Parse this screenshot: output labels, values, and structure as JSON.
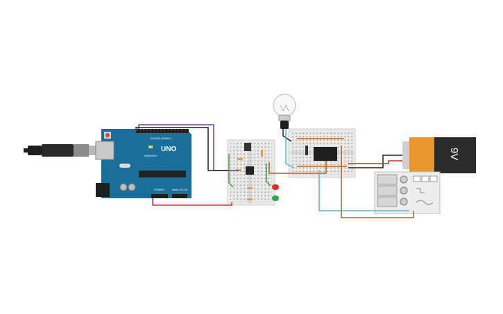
{
  "arduino": {
    "model_text": "UNO",
    "brand_text": "ARDUINO",
    "power_label": "POWER",
    "analog_label": "ANALOG IN",
    "digital_label": "DIGITAL (PWM~)",
    "board_color": "#1a6f9a"
  },
  "battery": {
    "voltage_text": "9V",
    "cap_color": "#e8962e",
    "body_color": "#2b2b2b"
  },
  "colors": {
    "wire_red": "#d42a2a",
    "wire_black": "#1e1e1e",
    "wire_purple": "#7a3d8f",
    "wire_green": "#3aa33a",
    "wire_cyan": "#56b6c8",
    "wire_brown": "#a0612e",
    "wire_orange": "#e57e25",
    "breadboard": "#e9e9e9",
    "led_red": "#d93030",
    "led_green": "#2fa84a"
  }
}
